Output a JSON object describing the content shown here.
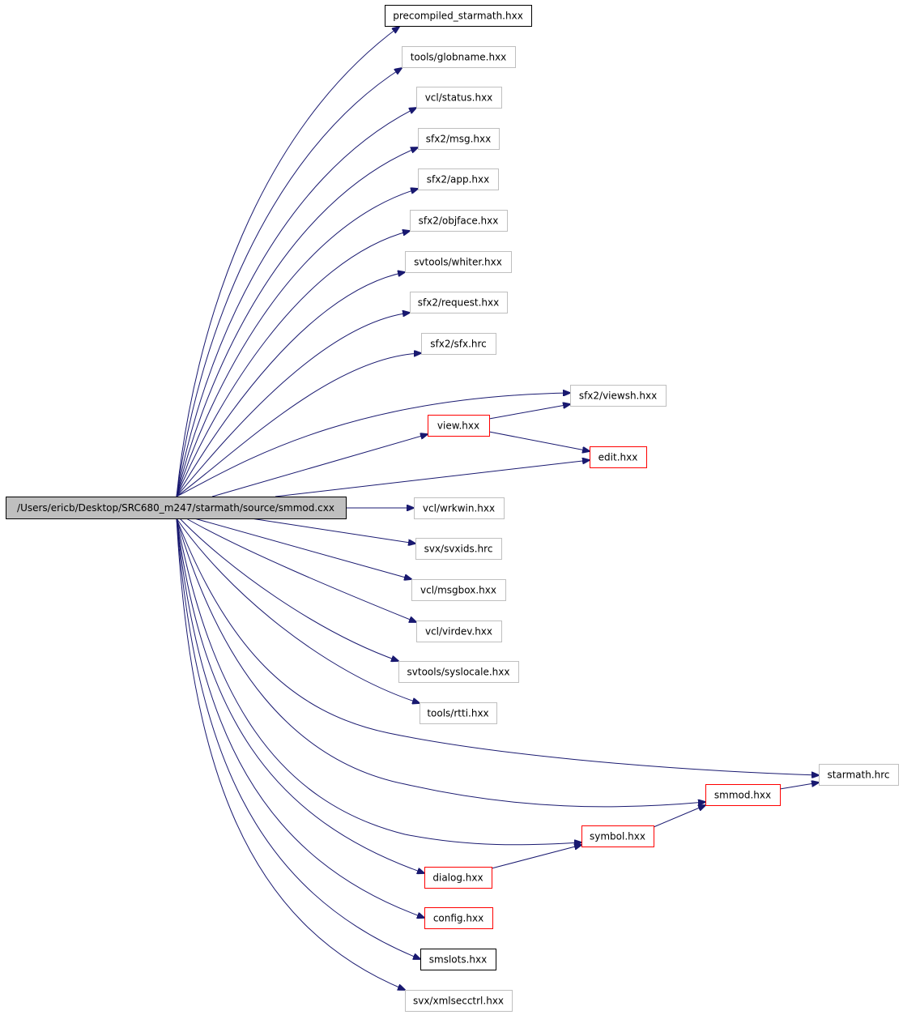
{
  "graph": {
    "colors": {
      "edge": "#191970",
      "border_default": "#bfbfbf",
      "border_documented": "#000000",
      "border_has_deps": "#ff0000",
      "root_fill": "#bfbfbf",
      "fill": "#ffffff"
    },
    "nodes": [
      {
        "id": "root",
        "label": "/Users/ericb/Desktop/SRC680_m247/starmath/source/smmod.cxx",
        "style": "root"
      },
      {
        "id": "n1",
        "label": "precompiled_starmath.hxx",
        "style": "documented"
      },
      {
        "id": "n2",
        "label": "tools/globname.hxx",
        "style": "default"
      },
      {
        "id": "n3",
        "label": "vcl/status.hxx",
        "style": "default"
      },
      {
        "id": "n4",
        "label": "sfx2/msg.hxx",
        "style": "default"
      },
      {
        "id": "n5",
        "label": "sfx2/app.hxx",
        "style": "default"
      },
      {
        "id": "n6",
        "label": "sfx2/objface.hxx",
        "style": "default"
      },
      {
        "id": "n7",
        "label": "svtools/whiter.hxx",
        "style": "default"
      },
      {
        "id": "n8",
        "label": "sfx2/request.hxx",
        "style": "default"
      },
      {
        "id": "n9",
        "label": "sfx2/sfx.hrc",
        "style": "default"
      },
      {
        "id": "n10",
        "label": "sfx2/viewsh.hxx",
        "style": "default"
      },
      {
        "id": "n11",
        "label": "view.hxx",
        "style": "has_deps"
      },
      {
        "id": "n12",
        "label": "edit.hxx",
        "style": "has_deps"
      },
      {
        "id": "n13",
        "label": "vcl/wrkwin.hxx",
        "style": "default"
      },
      {
        "id": "n14",
        "label": "svx/svxids.hrc",
        "style": "default"
      },
      {
        "id": "n15",
        "label": "vcl/msgbox.hxx",
        "style": "default"
      },
      {
        "id": "n16",
        "label": "vcl/virdev.hxx",
        "style": "default"
      },
      {
        "id": "n17",
        "label": "svtools/syslocale.hxx",
        "style": "default"
      },
      {
        "id": "n18",
        "label": "tools/rtti.hxx",
        "style": "default"
      },
      {
        "id": "n19",
        "label": "starmath.hrc",
        "style": "default"
      },
      {
        "id": "n20",
        "label": "smmod.hxx",
        "style": "has_deps"
      },
      {
        "id": "n21",
        "label": "symbol.hxx",
        "style": "has_deps"
      },
      {
        "id": "n22",
        "label": "dialog.hxx",
        "style": "has_deps"
      },
      {
        "id": "n23",
        "label": "config.hxx",
        "style": "has_deps"
      },
      {
        "id": "n24",
        "label": "smslots.hxx",
        "style": "documented"
      },
      {
        "id": "n25",
        "label": "svx/xmlsecctrl.hxx",
        "style": "default"
      }
    ],
    "edges": [
      {
        "from": "root",
        "to": "n1"
      },
      {
        "from": "root",
        "to": "n2"
      },
      {
        "from": "root",
        "to": "n3"
      },
      {
        "from": "root",
        "to": "n4"
      },
      {
        "from": "root",
        "to": "n5"
      },
      {
        "from": "root",
        "to": "n6"
      },
      {
        "from": "root",
        "to": "n7"
      },
      {
        "from": "root",
        "to": "n8"
      },
      {
        "from": "root",
        "to": "n9"
      },
      {
        "from": "root",
        "to": "n10"
      },
      {
        "from": "root",
        "to": "n11"
      },
      {
        "from": "root",
        "to": "n12"
      },
      {
        "from": "root",
        "to": "n13"
      },
      {
        "from": "root",
        "to": "n14"
      },
      {
        "from": "root",
        "to": "n15"
      },
      {
        "from": "root",
        "to": "n16"
      },
      {
        "from": "root",
        "to": "n17"
      },
      {
        "from": "root",
        "to": "n18"
      },
      {
        "from": "root",
        "to": "n19"
      },
      {
        "from": "root",
        "to": "n20"
      },
      {
        "from": "root",
        "to": "n21"
      },
      {
        "from": "root",
        "to": "n22"
      },
      {
        "from": "root",
        "to": "n23"
      },
      {
        "from": "root",
        "to": "n24"
      },
      {
        "from": "root",
        "to": "n25"
      },
      {
        "from": "n11",
        "to": "n10"
      },
      {
        "from": "n11",
        "to": "n12"
      },
      {
        "from": "n22",
        "to": "n21"
      },
      {
        "from": "n21",
        "to": "n20"
      },
      {
        "from": "n20",
        "to": "n19"
      }
    ]
  }
}
